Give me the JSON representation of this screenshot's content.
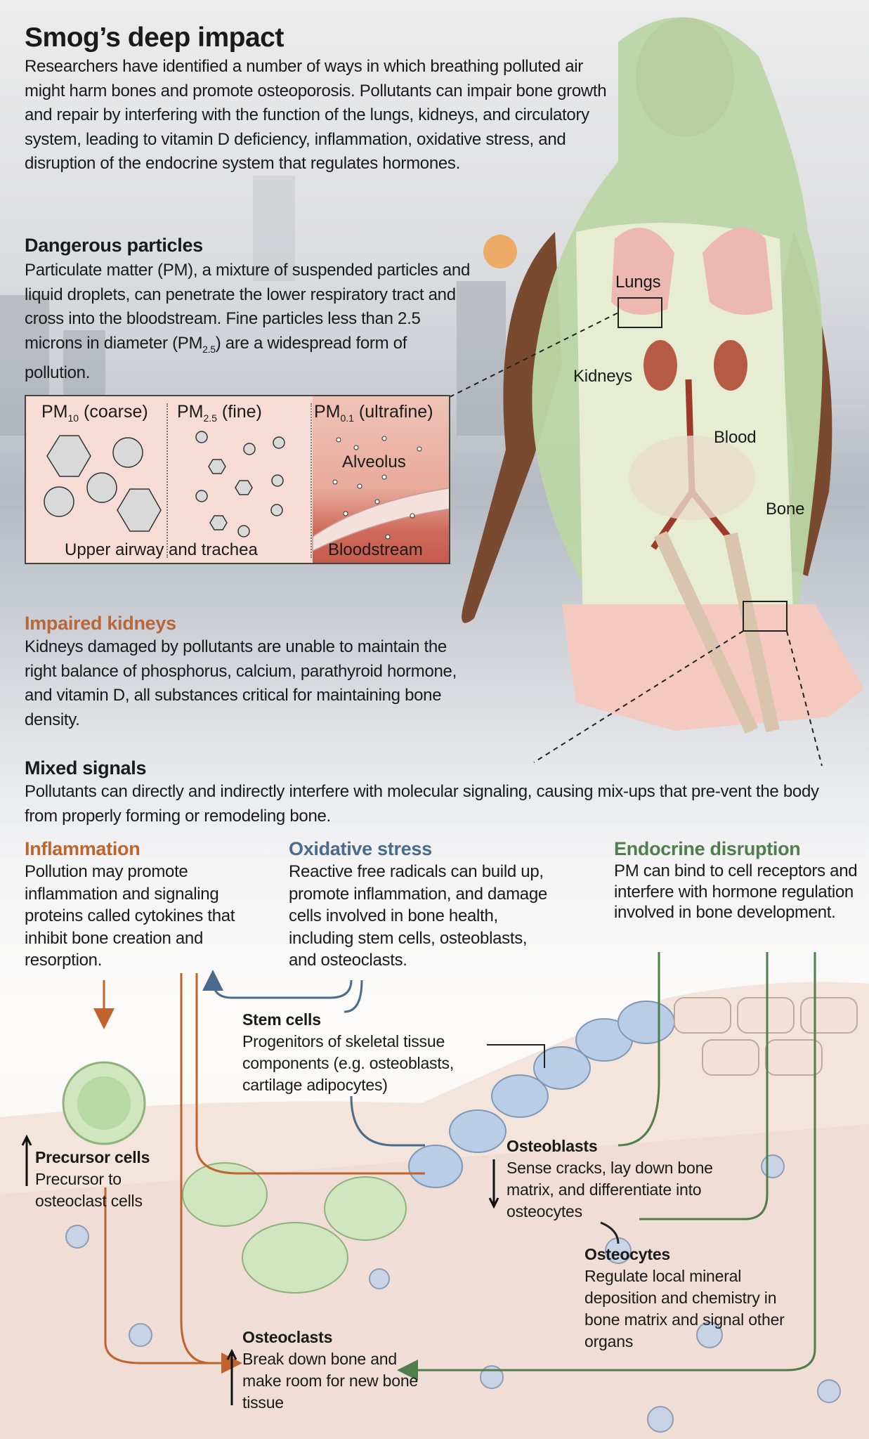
{
  "title": "Smog’s deep impact",
  "intro": "Researchers have identified a number of ways in which breathing polluted air might harm bones and promote osteoporosis. Pollutants can impair bone growth and repair by interfering with the function of the lungs, kidneys, and circulatory system, leading to vitamin D deficiency, inflammation, oxidative stress, and disruption of the endocrine system that regulates hormones.",
  "particles": {
    "heading": "Dangerous particles",
    "body_pre": "Particulate matter (PM), a mixture of suspended particles and liquid droplets, can penetrate the lower respiratory tract and cross into the bloodstream. Fine particles less than 2.5 microns in diameter (PM",
    "body_sub": "2.5",
    "body_post": ") are a widespread form of pollution."
  },
  "pm_box": {
    "coarse": {
      "pm": "PM",
      "sub": "10",
      "label": "(coarse)"
    },
    "fine": {
      "pm": "PM",
      "sub": "2.5",
      "label": "(fine)"
    },
    "ultrafine": {
      "pm": "PM",
      "sub": "0.1",
      "label": "(ultrafine)"
    },
    "alveolus": "Alveolus",
    "upper_airway": "Upper airway and trachea",
    "bloodstream": "Bloodstream"
  },
  "body_labels": {
    "lungs": "Lungs",
    "kidneys": "Kidneys",
    "blood": "Blood",
    "bone": "Bone"
  },
  "kidneys": {
    "heading": "Impaired kidneys",
    "body": "Kidneys damaged by pollutants are unable to maintain the right balance of  phosphorus, calcium, parathyroid hormone, and vitamin D, all substances critical for maintaining bone density."
  },
  "mixed": {
    "heading": "Mixed signals",
    "body": "Pollutants can directly and indirectly interfere with molecular signaling, causing mix-ups that pre-vent the body from properly forming or remodeling bone."
  },
  "inflammation": {
    "heading": "Inflammation",
    "body": "Pollution may promote inflammation and signaling proteins called cytokines that inhibit bone creation and resorption."
  },
  "oxidative": {
    "heading": "Oxidative stress",
    "body": "Reactive free radicals can build up, promote inflammation, and damage cells involved in bone health, including stem cells, osteoblasts, and osteoclasts."
  },
  "endocrine": {
    "heading": "Endocrine disruption",
    "body": "PM can bind to cell receptors and interfere with hormone regulation involved in bone development."
  },
  "stem_cells": {
    "heading": "Stem cells",
    "body": "Progenitors of skeletal tissue components (e.g. osteoblasts, cartilage adipocytes)"
  },
  "precursor": {
    "heading": "Precursor cells",
    "body": "Precursor to osteoclast cells"
  },
  "osteoblasts": {
    "heading": "Osteoblasts",
    "body": "Sense cracks, lay down bone matrix, and differentiate into osteocytes"
  },
  "osteocytes": {
    "heading": "Osteocytes",
    "body": "Regulate local mineral deposition and chemistry in bone matrix and signal other organs"
  },
  "osteoclasts": {
    "heading": "Osteoclasts",
    "body": "Break down bone and make room for new bone tissue"
  },
  "colors": {
    "inflammation": "#c0632c",
    "oxidative": "#4b6b8c",
    "endocrine": "#4f7d4c",
    "kidneys": "#b8673a"
  }
}
